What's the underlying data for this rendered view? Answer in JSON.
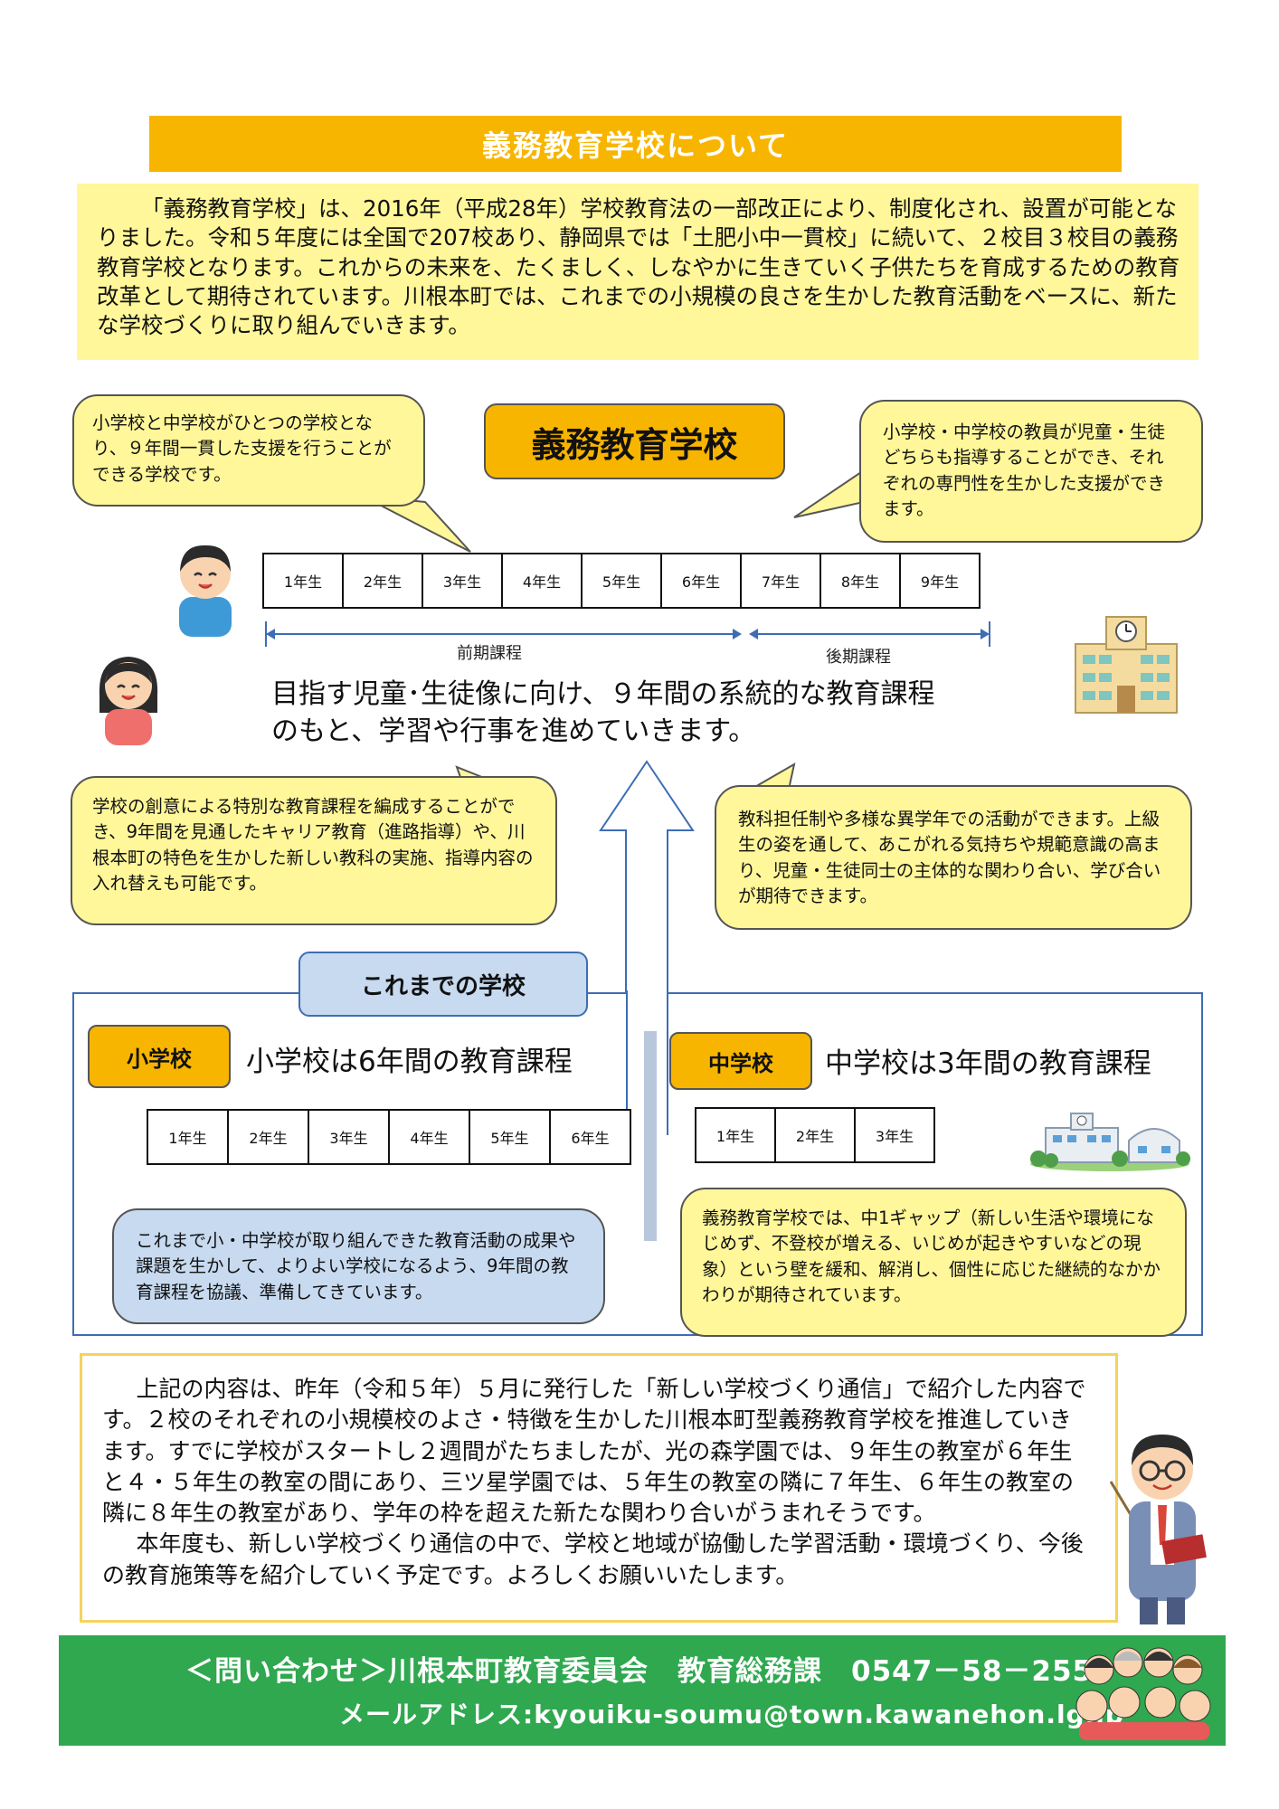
{
  "title": "義務教育学校について",
  "intro_text": "「義務教育学校」は、2016年（平成28年）学校教育法の一部改正により、制度化され、設置が可能となりました。令和５年度には全国で207校あり、静岡県では「土肥小中一貫校」に続いて、２校目３校目の義務教育学校となります。これからの未来を、たくましく、しなやかに生きていく子供たちを育成するための教育改革として期待されています。川根本町では、これまでの小規模の良さを生かした教育活動をベースに、新たな学校づくりに取り組んでいきます。",
  "bubble_top_left": "小学校と中学校がひとつの学校となり、９年間一貫した支援を行うことができる学校です。",
  "center_badge": "義務教育学校",
  "bubble_top_right": "小学校・中学校の教員が児童・生徒どちらも指導することができ、それぞれの専門性を生かした支援ができます。",
  "grades9": [
    "1年生",
    "2年生",
    "3年生",
    "4年生",
    "5年生",
    "6年生",
    "7年生",
    "8年生",
    "9年生"
  ],
  "phase_early": "前期課程",
  "phase_late": "後期課程",
  "goal_line1": "目指す児童･生徒像に向け、９年間の系統的な教育課程",
  "goal_line2": "のもと、学習や行事を進めていきます。",
  "bubble_mid_left": "学校の創意による特別な教育課程を編成することができ、9年間を見通したキャリア教育（進路指導）や、川根本町の特色を生かした新しい教科の実施、指導内容の入れ替えも可能です。",
  "bubble_mid_right": "教科担任制や多様な異学年での活動ができます。上級生の姿を通して、あこがれる気持ちや規範意識の高まり、児童・生徒同士の主体的な関わり合い、学び合いが期待できます。",
  "section_title": "これまでの学校",
  "elementary": {
    "tag": "小学校",
    "heading": "小学校は6年間の教育課程",
    "grades": [
      "1年生",
      "2年生",
      "3年生",
      "4年生",
      "5年生",
      "6年生"
    ],
    "bubble": "これまで小・中学校が取り組んできた教育活動の成果や課題を生かして、よりよい学校になるよう、9年間の教育課程を協議、準備してきています。"
  },
  "junior": {
    "tag": "中学校",
    "heading": "中学校は3年間の教育課程",
    "grades": [
      "1年生",
      "2年生",
      "3年生"
    ],
    "bubble": "義務教育学校では、中1ギャップ（新しい生活や環境になじめず、不登校が増える、いじめが起きやすいなどの現象）という壁を緩和、解消し、個性に応じた継続的なかかわりが期待されています。"
  },
  "note_p1": "上記の内容は、昨年（令和５年）５月に発行した「新しい学校づくり通信」で紹介した内容です。２校のそれぞれの小規模校のよさ・特徴を生かした川根本町型義務教育学校を推進していきます。すでに学校がスタートし２週間がたちましたが、光の森学園では、９年生の教室が６年生と４・５年生の教室の間にあり、三ツ星学園では、５年生の教室の隣に７年生、６年生の教室の隣に８年生の教室があり、学年の枠を超えた新たな関わり合いがうまれそうです。",
  "note_p2": "本年度も、新しい学校づくり通信の中で、学校と地域が協働した学習活動・環境づくり、今後の教育施策等を紹介していく予定です。よろしくお願いいたします。",
  "footer_line1": "＜問い合わせ＞川根本町教育委員会　教育総務課　0547－58－2555",
  "footer_line2": "メールアドレス:kyouiku-soumu@town.kawanehon.lg.jp",
  "colors": {
    "orange": "#f7b500",
    "yellow": "#fff799",
    "blue": "#c7daf0",
    "green": "#2fa84f"
  },
  "icons": [
    "boy-icon",
    "girl-icon",
    "school-building-icon",
    "school-campus-icon",
    "teacher-icon",
    "people-group-icon"
  ]
}
